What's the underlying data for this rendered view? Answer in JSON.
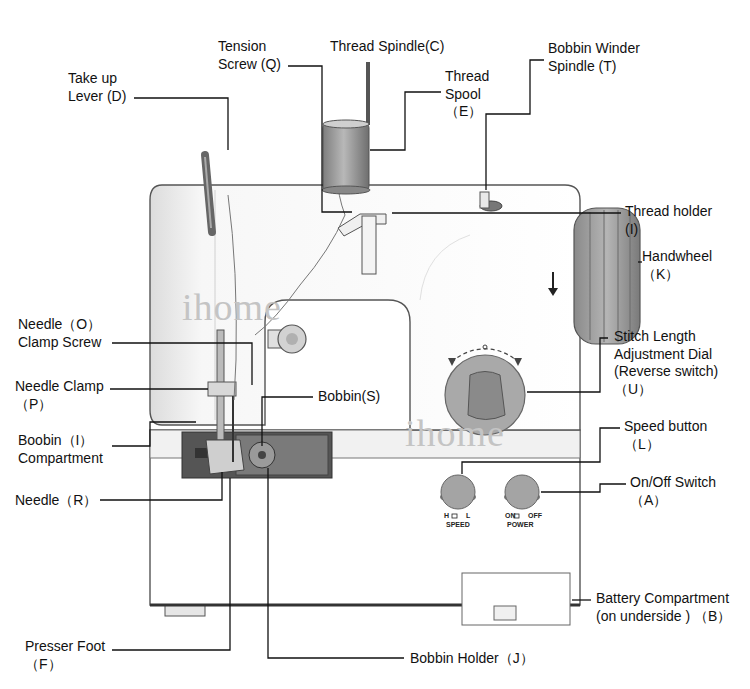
{
  "diagram": {
    "labels": [
      "Tension Screw (Q)",
      "Thread Spindle(C)",
      "Take up Lever (D)",
      "Thread Spool（E）",
      "Bobbin Winder Spindle (T)",
      "Thread holder (I)",
      "Handwheel （K）",
      "Needle（O） Clamp Screw",
      "Stitch Length Adjustment Dial (Reverse switch) （U）",
      "Needle Clamp （P）",
      "Bobbin(S)",
      "Speed button （L）",
      "Boobin（I） Compartment",
      "On/Off Switch （A）",
      "Needle（R）",
      "Battery Compartment (on underside ) （B）",
      "Presser Foot （F）",
      "Bobbin Holder（J）",
      "ihome",
      "ihome",
      "H",
      "L",
      "SPEED",
      "ON",
      "OFF",
      "POWER"
    ]
  }
}
